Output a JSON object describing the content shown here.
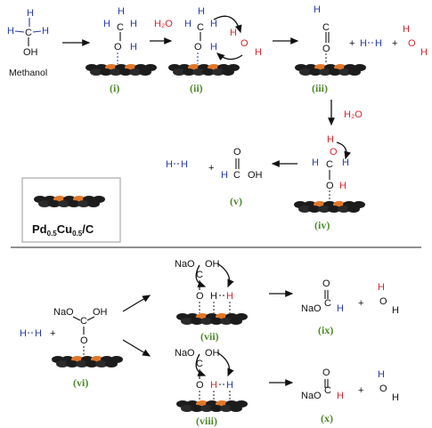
{
  "labels": {
    "i": "(i)",
    "ii": "(ii)",
    "iii": "(iii)",
    "iv": "(iv)",
    "v": "(v)",
    "vi": "(vi)",
    "vii": "(vii)",
    "viii": "(viii)",
    "ix": "(ix)",
    "x": "(x)"
  },
  "methanol": "Methanol",
  "water": "H₂O",
  "catalyst": {
    "pd": "Pd",
    "pd_sub": "0.5",
    "cu": "Cu",
    "cu_sub": "0.5",
    "rest": "/C"
  },
  "plus": "+",
  "atoms": {
    "H": "H",
    "C": "C",
    "O": "O",
    "OH": "OH",
    "NaO": "NaO"
  },
  "colors": {
    "label": "#4f8a2a",
    "hydrogen": "#2a3aa8",
    "water": "#d8262c",
    "surface_dark": "#1c1c1c",
    "surface_orange": "#e0782a"
  }
}
